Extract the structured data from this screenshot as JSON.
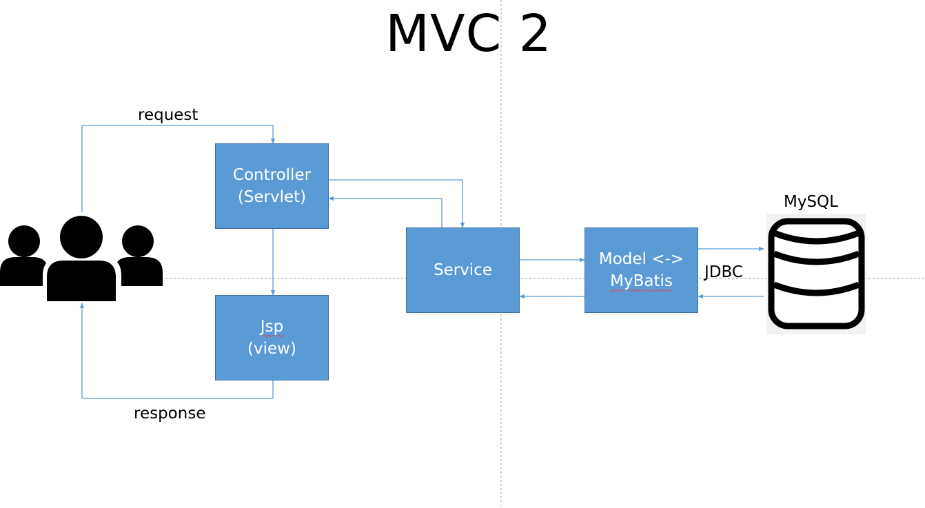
{
  "title": "MVC 2",
  "labels": {
    "request": "request",
    "response": "response",
    "jdbc": "JDBC",
    "mysql": "MySQL"
  },
  "boxes": {
    "controller": {
      "line1": "Controller",
      "line2": "(Servlet)"
    },
    "jsp": {
      "line1": "Jsp",
      "line2": "(view)"
    },
    "service": {
      "line1": "Service"
    },
    "model": {
      "line1": "Model <->",
      "line2": "MyBatis"
    }
  },
  "icons": {
    "users": "users-group-icon",
    "database": "database-icon"
  },
  "colors": {
    "box_fill": "#5b9bd5",
    "box_border": "#41719c",
    "arrow": "#5b9bd5",
    "guide": "#9e9e9e",
    "icon": "#000000"
  }
}
